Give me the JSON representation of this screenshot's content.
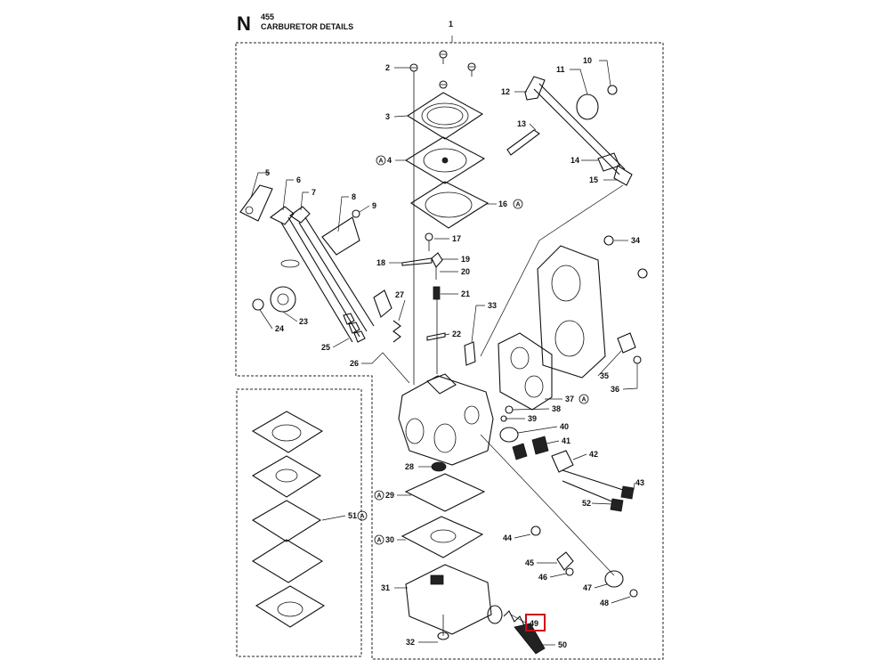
{
  "header": {
    "section_letter": "N",
    "model": "455",
    "title": "CARBURETOR DETAILS"
  },
  "callouts": {
    "c1": "1",
    "c2": "2",
    "c3": "3",
    "c4": "4",
    "c5": "5",
    "c6": "6",
    "c7": "7",
    "c8": "8",
    "c9": "9",
    "c10": "10",
    "c11": "11",
    "c12": "12",
    "c13": "13",
    "c14": "14",
    "c15": "15",
    "c16": "16",
    "c17": "17",
    "c18": "18",
    "c19": "19",
    "c20": "20",
    "c21": "21",
    "c22": "22",
    "c23": "23",
    "c24": "24",
    "c25": "25",
    "c26": "26",
    "c27": "27",
    "c28": "28",
    "c29": "29",
    "c30": "30",
    "c31": "31",
    "c32": "32",
    "c33": "33",
    "c34": "34",
    "c35": "35",
    "c36": "36",
    "c37": "37",
    "c38": "38",
    "c39": "39",
    "c40": "40",
    "c41": "41",
    "c42": "42",
    "c43": "43",
    "c44": "44",
    "c45": "45",
    "c46": "46",
    "c47": "47",
    "c48": "48",
    "c49": "49",
    "c50": "50",
    "c51": "51",
    "c52": "52"
  },
  "kit_marker": "A",
  "highlighted_callout": "49",
  "colors": {
    "line": "#111111",
    "highlight": "#d0021b"
  }
}
